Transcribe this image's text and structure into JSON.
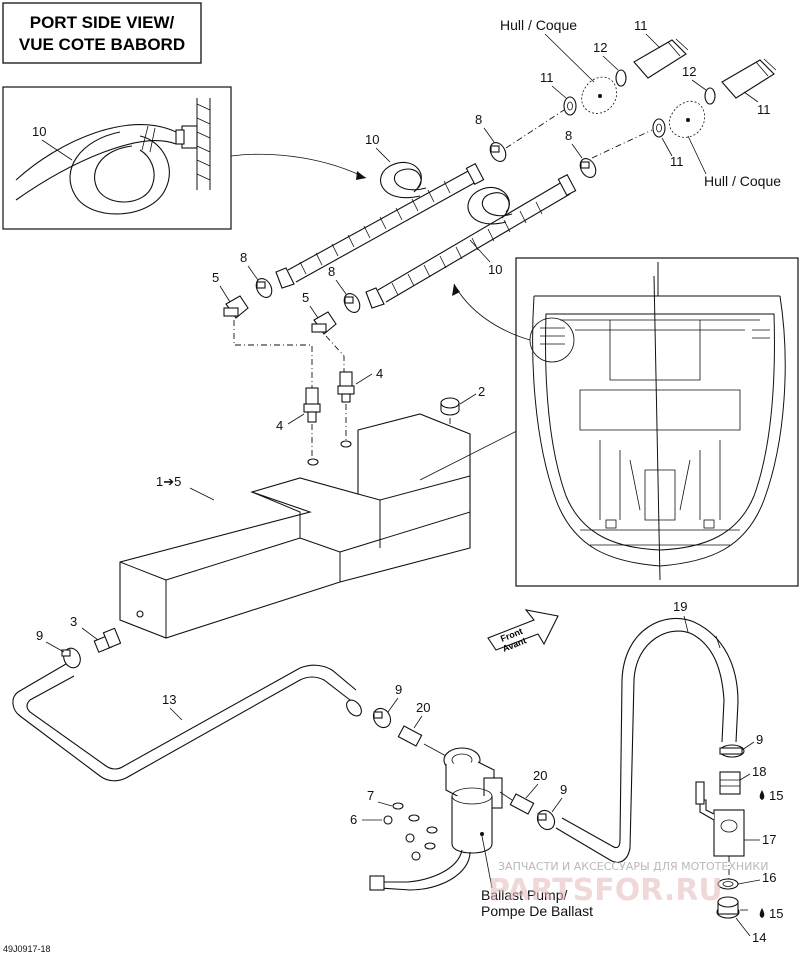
{
  "title": {
    "line1": "PORT SIDE VIEW/",
    "line2": "VUE COTE BABORD"
  },
  "labels": {
    "hull_top": "Hull / Coque",
    "hull_right": "Hull / Coque",
    "front": "Front",
    "avant": "Avant",
    "ballast_pump_1": "Ballast Pump/",
    "ballast_pump_2": "Pompe De Ballast",
    "tank_ref": "1➔5",
    "drawing_code": "49J0917-18"
  },
  "callouts": {
    "c10_inset": "10",
    "c10_coil": "10",
    "c10_hose": "10",
    "c11_a": "11",
    "c11_b": "11",
    "c11_c": "11",
    "c11_d": "11",
    "c12_a": "12",
    "c12_b": "12",
    "c8_a": "8",
    "c8_b": "8",
    "c8_c": "8",
    "c8_d": "8",
    "c5_a": "5",
    "c5_b": "5",
    "c4_a": "4",
    "c4_b": "4",
    "c2": "2",
    "c3": "3",
    "c9_a": "9",
    "c9_b": "9",
    "c9_c": "9",
    "c9_d": "9",
    "c13": "13",
    "c19": "19",
    "c20_a": "20",
    "c20_b": "20",
    "c7": "7",
    "c6": "6",
    "c18": "18",
    "c15_a": "15",
    "c15_b": "15",
    "c17": "17",
    "c16": "16",
    "c14": "14"
  },
  "watermark": {
    "text": "ЗАПЧАСТИ И АКСЕССУАРЫ ДЛЯ МОТОТЕХНИКИ",
    "logo": "PARTSFOR.RU"
  }
}
